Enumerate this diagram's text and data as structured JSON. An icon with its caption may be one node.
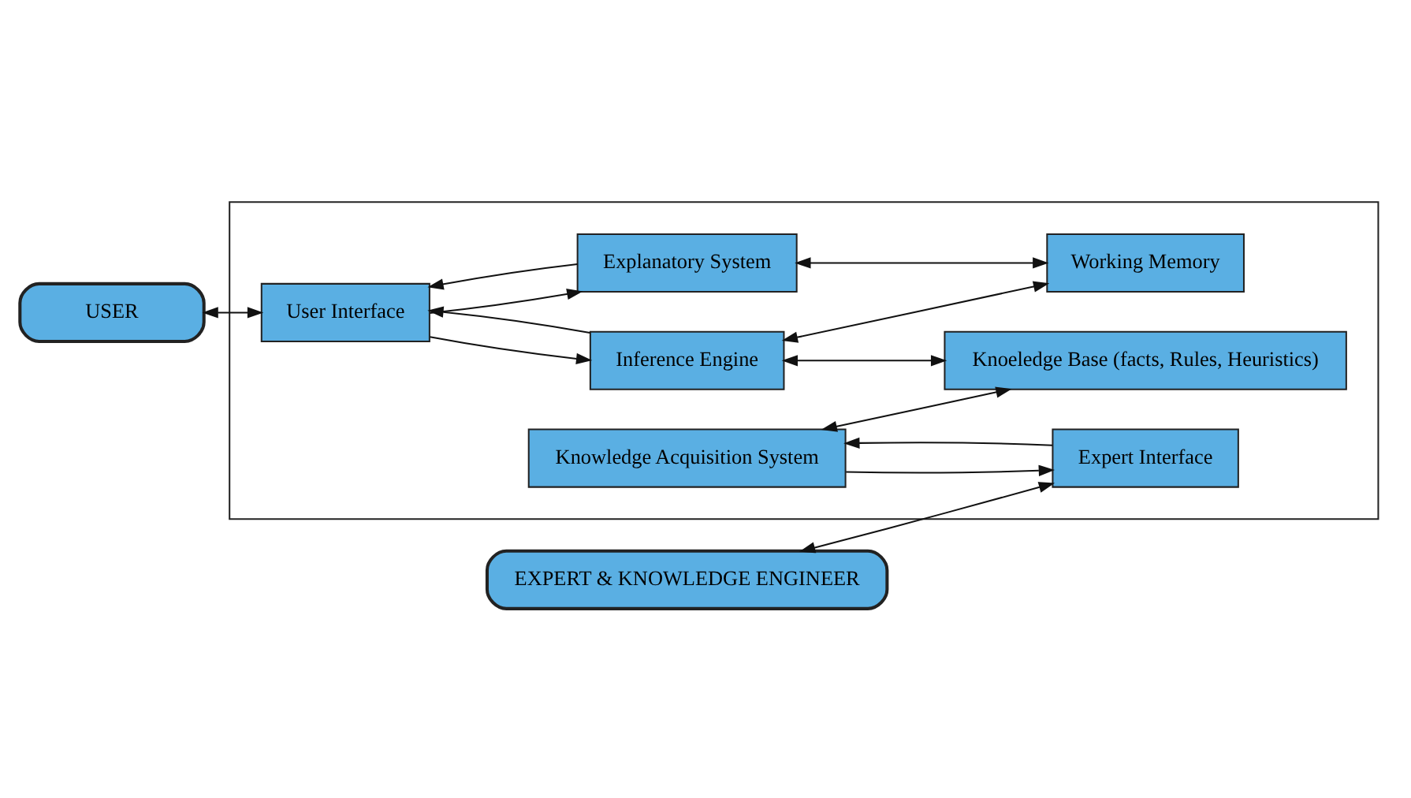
{
  "diagram": {
    "nodes": [
      {
        "text": [
          "USER"
        ]
      },
      {
        "text": [
          "EXPERT & KNOWLEDGE ENGINEER"
        ]
      },
      {
        "text": [],
        "shape": "box"
      },
      {
        "text": [
          "User Interface"
        ],
        "in": 2
      },
      {
        "text": [
          "Explanatory System"
        ],
        "in": 2
      },
      {
        "text": [
          "Working Memory"
        ],
        "in": 2
      },
      {
        "text": [
          "Inference Engine"
        ],
        "in": 2
      },
      {
        "text": [
          "Knoeledge Base (facts, Rules, Heuristics)"
        ],
        "in": 2
      },
      {
        "text": [
          "Expert Interface"
        ],
        "in": 2
      },
      {
        "text": [
          "Knowledge Acquisition System"
        ],
        "in": 2
      }
    ],
    "edges": [
      {
        "from": 0,
        "to": 3,
        "arrow": "both"
      },
      {
        "from": 3,
        "to": 4,
        "arrow": "to"
      },
      {
        "from": 4,
        "to": 3,
        "arrow": "to"
      },
      {
        "from": 4,
        "to": 5,
        "arrow": "both"
      },
      {
        "from": 3,
        "to": 6,
        "arrow": "to"
      },
      {
        "from": 6,
        "to": 3,
        "arrow": "to"
      },
      {
        "from": 6,
        "to": 5,
        "arrow": "both"
      },
      {
        "from": 6,
        "to": 7,
        "arrow": "both"
      },
      {
        "from": 1,
        "to": 8,
        "arrow": "both"
      },
      {
        "from": 8,
        "to": 9,
        "arrow": "to"
      },
      {
        "from": 9,
        "to": 8,
        "arrow": "to"
      },
      {
        "from": 9,
        "to": 7,
        "arrow": "both"
      }
    ]
  }
}
